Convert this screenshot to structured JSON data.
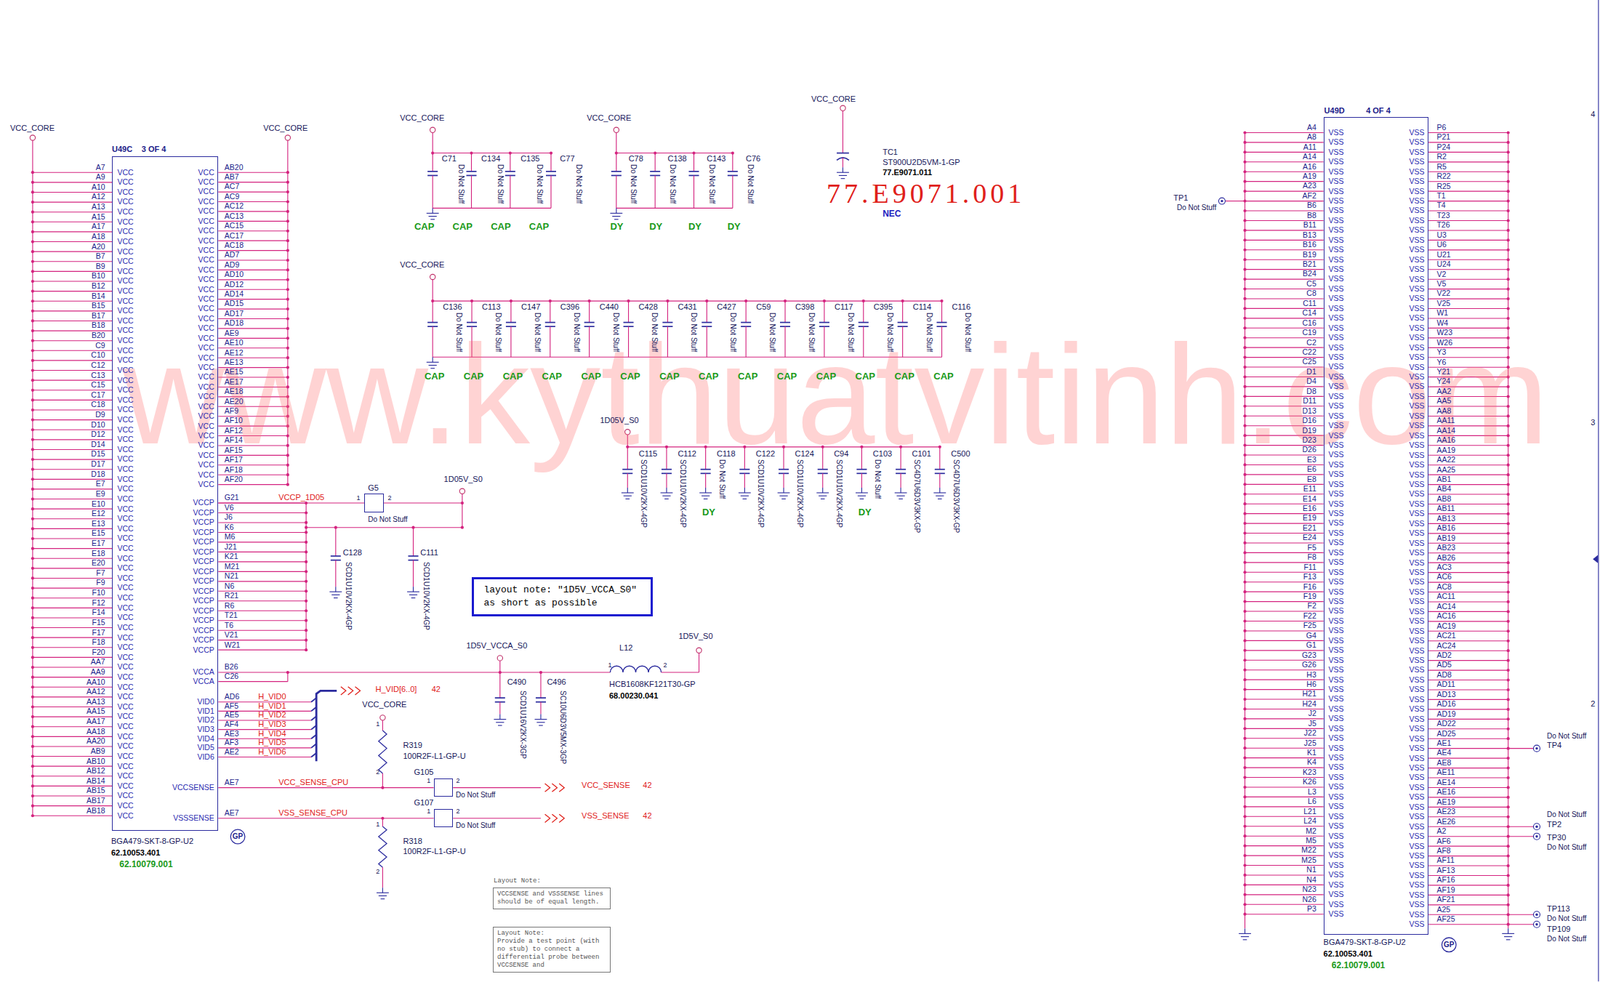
{
  "diagram": {
    "nodes": [
      {
        "text": [
          "U49C",
          "3 OF 4"
        ]
      },
      {
        "text": [
          "G5",
          "Do Not Stuff"
        ]
      },
      {
        "text": [
          "layout note: \"1D5V_VCCA_S0\" as short as possible"
        ]
      },
      {
        "text": [
          "G105",
          "Do Not Stuff"
        ]
      },
      {
        "text": [
          "G107",
          "Do Not Stuff"
        ]
      },
      {
        "text": [
          "Layout Note:",
          "VCCSENSE and VSSSENSE lines should be of equal length."
        ]
      },
      {
        "text": [
          "Layout Note:",
          "Provide a test point (with no stub) to connect a differential probe between VCCSENSE and"
        ]
      },
      {
        "text": [
          "U49D",
          "4 OF 4"
        ]
      }
    ],
    "edges": [
      {
        "from": 0,
        "to": 1,
        "arrow": "none",
        "label": "VCCP_1D05"
      },
      {
        "from": 0,
        "to": 3,
        "arrow": "none",
        "label": "VCC_SENSE_CPU"
      },
      {
        "from": 0,
        "to": 4,
        "arrow": "none",
        "label": "VSS_SENSE_CPU"
      }
    ],
    "labels": [
      "www.kythuatvitinh.com",
      "A7",
      "A9",
      "A10",
      "A12",
      "A13",
      "A15",
      "A17",
      "A18",
      "A20",
      "B7",
      "B9",
      "B10",
      "B12",
      "B14",
      "B15",
      "B17",
      "B18",
      "B20",
      "C9",
      "C10",
      "C12",
      "C13",
      "C15",
      "C17",
      "C18",
      "D9",
      "D10",
      "D12",
      "D14",
      "D15",
      "D17",
      "D18",
      "E7",
      "E9",
      "E10",
      "E12",
      "E13",
      "E15",
      "E17",
      "E18",
      "E20",
      "F7",
      "F9",
      "F10",
      "F12",
      "F14",
      "F15",
      "F17",
      "F18",
      "F20",
      "AA7",
      "AA9",
      "AA10",
      "AA12",
      "AA13",
      "AA15",
      "AA17",
      "AA18",
      "AA20",
      "AB9",
      "AB10",
      "AB12",
      "AB14",
      "AB15",
      "AB17",
      "AB18",
      "VCC",
      "VCC",
      "VCC",
      "VCC",
      "VCC",
      "VCC",
      "VCC",
      "VCC",
      "VCC",
      "VCC",
      "VCC",
      "VCC",
      "VCC",
      "VCC",
      "VCC",
      "VCC",
      "VCC",
      "VCC",
      "VCC",
      "VCC",
      "VCC",
      "VCC",
      "VCC",
      "VCC",
      "VCC",
      "VCC",
      "VCC",
      "VCC",
      "VCC",
      "VCC",
      "VCC",
      "VCC",
      "VCC",
      "VCC",
      "VCC",
      "VCC",
      "VCC",
      "VCC",
      "VCC",
      "VCC",
      "VCC",
      "VCC",
      "VCC",
      "VCC",
      "VCC",
      "VCC",
      "VCC",
      "VCC",
      "VCC",
      "VCC",
      "VCC",
      "VCC",
      "VCC",
      "VCC",
      "VCC",
      "VCC",
      "VCC",
      "VCC",
      "VCC",
      "VCC",
      "VCC",
      "VCC",
      "VCC",
      "VCC",
      "VCC",
      "VCC",
      "VCC",
      "VCC",
      "VCC",
      "VCC",
      "VCC",
      "VCC",
      "VCC",
      "VCC",
      "VCC",
      "VCC",
      "VCC",
      "VCC",
      "VCC",
      "VCC",
      "VCC",
      "VCC",
      "VCC",
      "VCC",
      "VCC",
      "VCC",
      "VCC",
      "VCC",
      "VCC",
      "VCC",
      "VCC",
      "VCC",
      "VCC",
      "VCC",
      "VCC",
      "VCC",
      "VCC",
      "VCC",
      "VCC",
      "AB20",
      "AB7",
      "AC7",
      "AC9",
      "AC12",
      "AC13",
      "AC15",
      "AC17",
      "AC18",
      "AD7",
      "AD9",
      "AD10",
      "AD12",
      "AD14",
      "AD15",
      "AD17",
      "AD18",
      "AE9",
      "AE10",
      "AE12",
      "AE13",
      "AE15",
      "AE17",
      "AE18",
      "AE20",
      "AF9",
      "AF10",
      "AF12",
      "AF14",
      "AF15",
      "AF17",
      "AF18",
      "AF20",
      "VCCP",
      "VCCP",
      "VCCP",
      "VCCP",
      "VCCP",
      "VCCP",
      "VCCP",
      "VCCP",
      "VCCP",
      "VCCP",
      "VCCP",
      "VCCP",
      "VCCP",
      "VCCP",
      "VCCP",
      "VCCP",
      "G21",
      "V6",
      "J6",
      "K6",
      "M6",
      "J21",
      "K21",
      "M21",
      "N21",
      "N6",
      "R21",
      "R6",
      "T21",
      "T6",
      "V21",
      "W21",
      "VCCA",
      "VCCA",
      "B26",
      "C26",
      "VID0",
      "VID1",
      "VID2",
      "VID3",
      "VID4",
      "VID5",
      "VID6",
      "AD6",
      "AF5",
      "AE5",
      "AF4",
      "AE3",
      "AF3",
      "AE2",
      "H_VID0",
      "H_VID1",
      "H_VID2",
      "H_VID3",
      "H_VID4",
      "H_VID5",
      "H_VID6",
      "VCCSENSE",
      "VSSSENSE",
      "AE7",
      "AE7",
      "A4",
      "A8",
      "A11",
      "A14",
      "A16",
      "A19",
      "A23",
      "AF2",
      "B6",
      "B8",
      "B11",
      "B13",
      "B16",
      "B19",
      "B21",
      "B24",
      "C5",
      "C8",
      "C11",
      "C14",
      "C16",
      "C19",
      "C2",
      "C22",
      "C25",
      "D1",
      "D4",
      "D8",
      "D11",
      "D13",
      "D16",
      "D19",
      "D23",
      "D26",
      "E3",
      "E6",
      "E8",
      "E11",
      "E14",
      "E16",
      "E19",
      "E21",
      "E24",
      "F5",
      "F8",
      "F11",
      "F13",
      "F16",
      "F19",
      "F2",
      "F22",
      "F25",
      "G4",
      "G1",
      "G23",
      "G26",
      "H3",
      "H6",
      "H21",
      "H24",
      "J2",
      "J5",
      "J22",
      "J25",
      "K1",
      "K4",
      "K23",
      "K26",
      "L3",
      "L6",
      "L21",
      "L24",
      "M2",
      "M5",
      "M22",
      "M25",
      "N1",
      "N4",
      "N23",
      "N26",
      "P3",
      "VSS",
      "VSS",
      "VSS",
      "VSS",
      "VSS",
      "VSS",
      "VSS",
      "VSS",
      "VSS",
      "VSS",
      "VSS",
      "VSS",
      "VSS",
      "VSS",
      "VSS",
      "VSS",
      "VSS",
      "VSS",
      "VSS",
      "VSS",
      "VSS",
      "VSS",
      "VSS",
      "VSS",
      "VSS",
      "VSS",
      "VSS",
      "VSS",
      "VSS",
      "VSS",
      "VSS",
      "VSS",
      "VSS",
      "VSS",
      "VSS",
      "VSS",
      "VSS",
      "VSS",
      "VSS",
      "VSS",
      "VSS",
      "VSS",
      "VSS",
      "VSS",
      "VSS",
      "VSS",
      "VSS",
      "VSS",
      "VSS",
      "VSS",
      "VSS",
      "VSS",
      "VSS",
      "VSS",
      "VSS",
      "VSS",
      "VSS",
      "VSS",
      "VSS",
      "VSS",
      "VSS",
      "VSS",
      "VSS",
      "VSS",
      "VSS",
      "VSS",
      "VSS",
      "VSS",
      "VSS",
      "VSS",
      "VSS",
      "VSS",
      "VSS",
      "VSS",
      "VSS",
      "VSS",
      "VSS",
      "VSS",
      "VSS",
      "VSS",
      "VSS",
      "VSS",
      "VSS",
      "VSS",
      "VSS",
      "VSS",
      "VSS",
      "VSS",
      "VSS",
      "VSS",
      "VSS",
      "VSS",
      "VSS",
      "VSS",
      "VSS",
      "VSS",
      "VSS",
      "VSS",
      "VSS",
      "VSS",
      "VSS",
      "VSS",
      "VSS",
      "VSS",
      "VSS",
      "VSS",
      "VSS",
      "VSS",
      "VSS",
      "VSS",
      "VSS",
      "VSS",
      "VSS",
      "VSS",
      "VSS",
      "VSS",
      "VSS",
      "VSS",
      "VSS",
      "VSS",
      "VSS",
      "VSS",
      "VSS",
      "VSS",
      "VSS",
      "VSS",
      "VSS",
      "VSS",
      "VSS",
      "VSS",
      "VSS",
      "VSS",
      "VSS",
      "VSS",
      "VSS",
      "VSS",
      "VSS",
      "VSS",
      "VSS",
      "VSS",
      "VSS",
      "VSS",
      "VSS",
      "VSS",
      "VSS",
      "VSS",
      "VSS",
      "VSS",
      "VSS",
      "VSS",
      "VSS",
      "VSS",
      "VSS",
      "VSS",
      "VSS",
      "VSS",
      "VSS",
      "VSS",
      "VSS",
      "VSS",
      "VSS",
      "VSS",
      "VSS",
      "P6",
      "P21",
      "P24",
      "R2",
      "R5",
      "R22",
      "R25",
      "T1",
      "T4",
      "T23",
      "T26",
      "U3",
      "U6",
      "U21",
      "U24",
      "V2",
      "V5",
      "V22",
      "V25",
      "W1",
      "W4",
      "W23",
      "W26",
      "Y3",
      "Y6",
      "Y21",
      "Y24",
      "AA2",
      "AA5",
      "AA8",
      "AA11",
      "AA14",
      "AA16",
      "AA19",
      "AA22",
      "AA25",
      "AB1",
      "AB4",
      "AB8",
      "AB11",
      "AB13",
      "AB16",
      "AB19",
      "AB23",
      "AB26",
      "AC3",
      "AC6",
      "AC8",
      "AC11",
      "AC14",
      "AC16",
      "AC19",
      "AC21",
      "AC24",
      "AD2",
      "AD5",
      "AD8",
      "AD11",
      "AD13",
      "AD16",
      "AD19",
      "AD22",
      "AD25",
      "AE1",
      "AE4",
      "AE8",
      "AE11",
      "AE14",
      "AE16",
      "AE19",
      "AE23",
      "AE26",
      "A2",
      "AF6",
      "AF8",
      "AF11",
      "AF13",
      "AF16",
      "AF19",
      "AF21",
      "A25",
      "AF25",
      "C71",
      "C134",
      "C135",
      "C77",
      "Do Not Stuff",
      "Do Not Stuff",
      "Do Not Stuff",
      "Do Not Stuff",
      "CAP",
      "CAP",
      "CAP",
      "CAP",
      "C78",
      "C138",
      "C143",
      "C76",
      "Do Not Stuff",
      "Do Not Stuff",
      "Do Not Stuff",
      "Do Not Stuff",
      "DY",
      "DY",
      "DY",
      "DY",
      "C136",
      "C113",
      "C147",
      "C396",
      "C440",
      "C428",
      "C431",
      "C427",
      "C59",
      "C398",
      "C117",
      "C395",
      "C114",
      "C116",
      "Do Not Stuff",
      "Do Not Stuff",
      "Do Not Stuff",
      "Do Not Stuff",
      "Do Not Stuff",
      "Do Not Stuff",
      "Do Not Stuff",
      "Do Not Stuff",
      "Do Not Stuff",
      "Do Not Stuff",
      "Do Not Stuff",
      "Do Not Stuff",
      "Do Not Stuff",
      "Do Not Stuff",
      "CAP",
      "CAP",
      "CAP",
      "CAP",
      "CAP",
      "CAP",
      "CAP",
      "CAP",
      "CAP",
      "CAP",
      "CAP",
      "CAP",
      "CAP",
      "CAP",
      "C115",
      "C112",
      "C118",
      "C122",
      "C124",
      "C94",
      "C103",
      "C101",
      "C500",
      "SCD1U10V2KX-4GP",
      "SCD1U10V2KX-4GP",
      "Do Not Stuff",
      "SCD1U10V2KX-4GP",
      "SCD1U10V2KX-4GP",
      "SCD1U10V2KX-4GP",
      "Do Not Stuff",
      "SC4D7U6D3V3KX-GP",
      "SC4D7U6D3V3KX-GP",
      "DY",
      "DY",
      "VCC_CORE",
      "VCC_CORE",
      "VCC_CORE",
      "VCC_CORE",
      "VCC_CORE",
      "VCC_CORE",
      "1D05V_S0",
      "TC1",
      "ST900U2D5VM-1-GP",
      "77.E9071.011",
      "77.E9071.001",
      "NEC",
      "1D05V_S0",
      "1",
      "2",
      "C128",
      "SCD1U10V2KX-4GP",
      "C111",
      "SCD1U10V2KX-4GP",
      "1D5V_VCCA_S0",
      "L12",
      "1",
      "2",
      "1D5V_S0",
      "HCB1608KF121T30-GP",
      "68.00230.041",
      "C490",
      "SCD1U16V2KX-3GP",
      "C496",
      "SC10U6D3V5MX-3GP",
      "H_VID[6..0]",
      "42",
      "VCC_CORE",
      "1",
      "R319",
      "100R2F-L1-GP-U",
      "2",
      "1",
      "2",
      "VCC_SENSE",
      "42",
      "1",
      "2",
      "VSS_SENSE",
      "42",
      "1",
      "R318",
      "100R2F-L1-GP-U",
      "2",
      "BGA479-SKT-8-GP-U2",
      "62.10053.401",
      "62.10079.001",
      "GP",
      "TP1",
      "Do Not Stuff",
      "Do Not Stuff",
      "TP4",
      "Do Not Stuff",
      "TP2",
      "TP30",
      "Do Not Stuff",
      "TP113",
      "Do Not Stuff",
      "TP109",
      "Do Not Stuff",
      "BGA479-SKT-8-GP-U2",
      "62.10053.401",
      "62.10079.001",
      "GP",
      "4",
      "3",
      "2"
    ]
  }
}
